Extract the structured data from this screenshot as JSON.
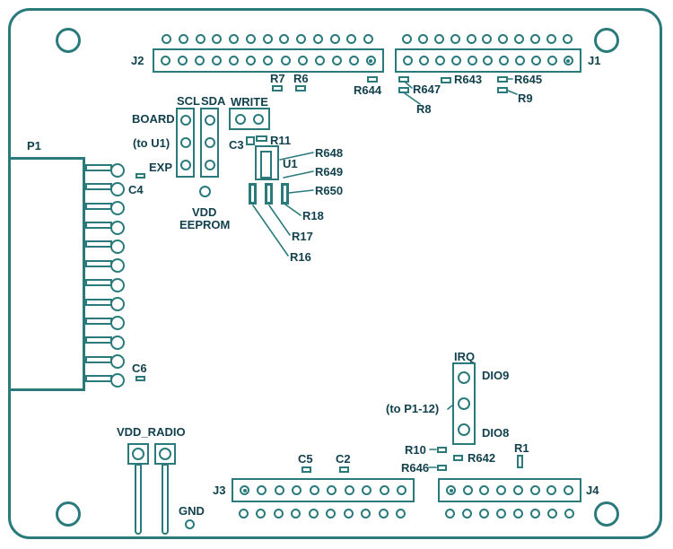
{
  "colors": {
    "outline": "#2a7a7c",
    "label": "#12414d"
  },
  "connectors": {
    "j1": {
      "label": "J1",
      "pins": 11
    },
    "j2": {
      "label": "J2",
      "pins": 13
    },
    "j3": {
      "label": "J3",
      "pins": 10
    },
    "j4": {
      "label": "J4",
      "pins": 8
    },
    "p1": {
      "label": "P1",
      "pins": 12
    },
    "vdd_radio": {
      "label": "VDD_RADIO",
      "pins": 2
    },
    "gnd": {
      "label": "GND"
    }
  },
  "jumper_blocks": {
    "eeprom_block": {
      "col1": "SCL",
      "col2": "SDA",
      "row1": "BOARD",
      "row2": "(to U1)",
      "row3": "EXP",
      "rows": 3,
      "write": {
        "label": "WRITE",
        "pins": 2
      }
    },
    "irq_block": {
      "label": "IRQ",
      "pins": 3,
      "pin_top": "DIO9",
      "pin_bottom": "DIO8",
      "note": "(to P1-12)"
    }
  },
  "components": {
    "r7": "R7",
    "r6": "R6",
    "r644": "R644",
    "r647": "R647",
    "r8": "R8",
    "r643": "R643",
    "r645": "R645",
    "r9": "R9",
    "c3": "C3",
    "r11": "R11",
    "u1": "U1",
    "r648": "R648",
    "r649": "R649",
    "r650": "R650",
    "r18": "R18",
    "r17": "R17",
    "r16": "R16",
    "c4": "C4",
    "c6": "C6",
    "vdd_eeprom_line1": "VDD",
    "vdd_eeprom_line2": "EEPROM",
    "r10": "R10",
    "r646": "R646",
    "r642": "R642",
    "r1": "R1",
    "c5": "C5",
    "c2": "C2"
  }
}
